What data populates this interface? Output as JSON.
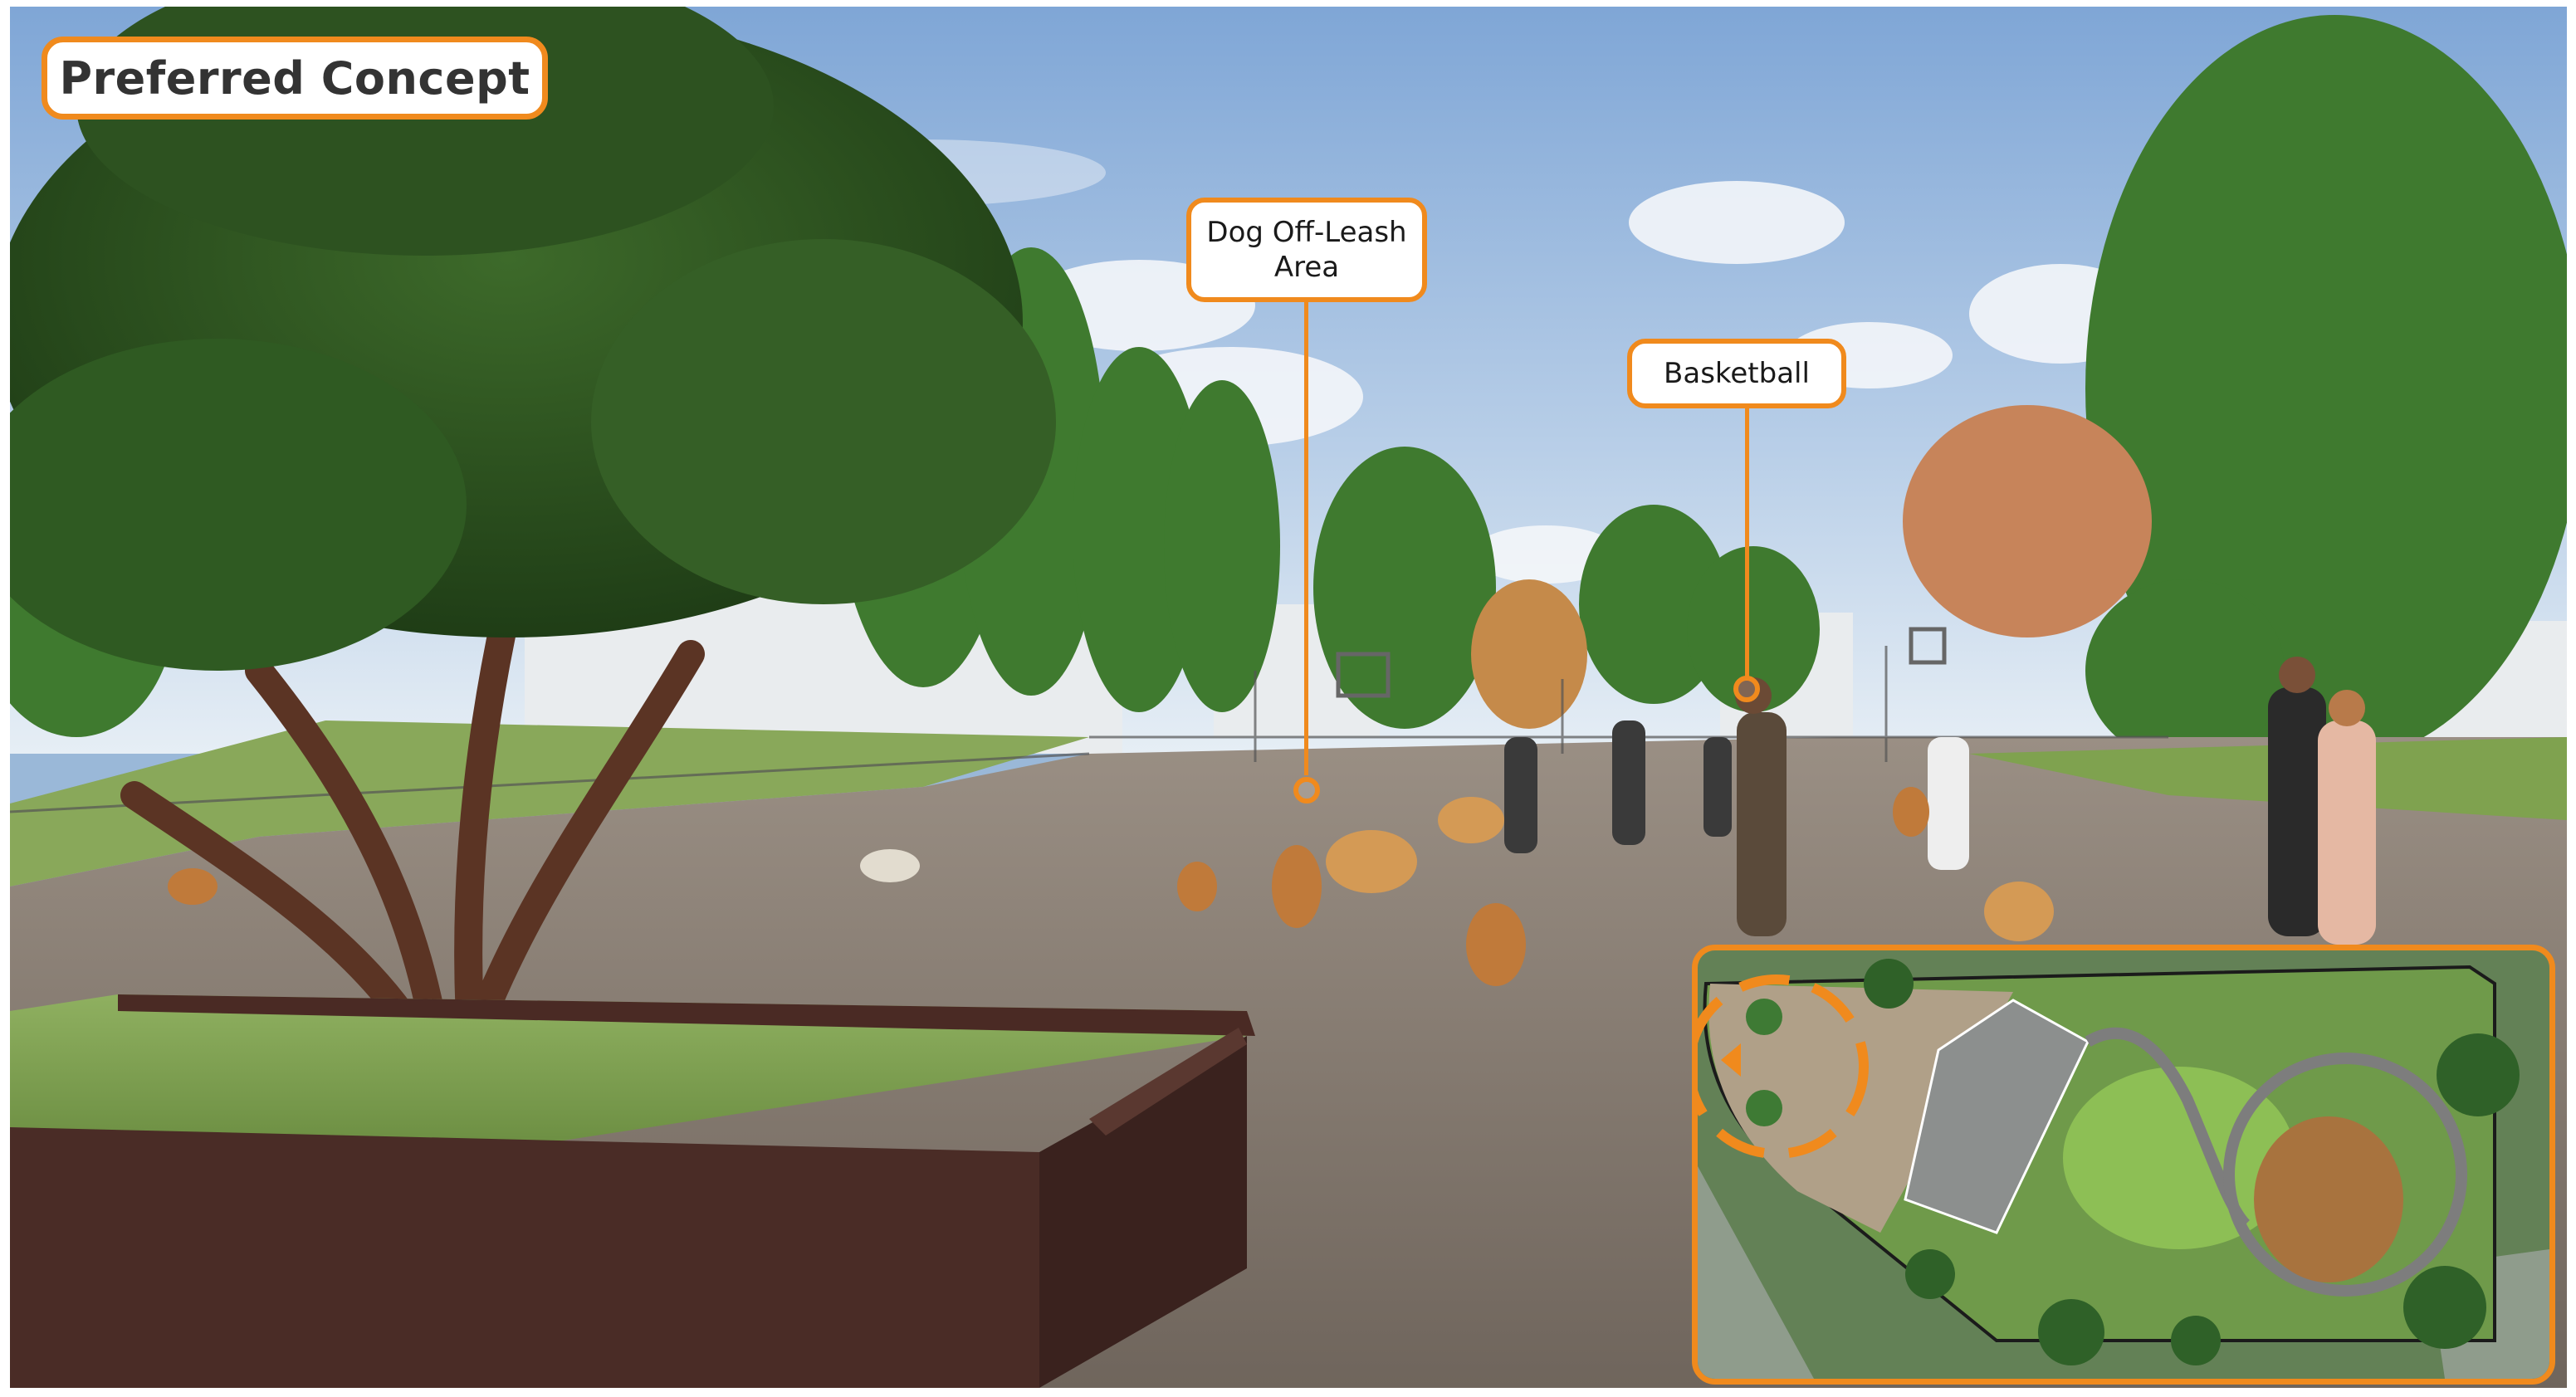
{
  "title_badge": "Preferred Concept",
  "callouts": {
    "dog_area": "Dog Off-Leash Area",
    "basketball": "Basketball"
  },
  "colors": {
    "accent": "#f08a1d",
    "ground": "#8c7f72",
    "sky": "#a9c4e4",
    "foliage": "#3f7a2f"
  },
  "site_plan_inset": {
    "highlight": "dog-area-circle"
  }
}
